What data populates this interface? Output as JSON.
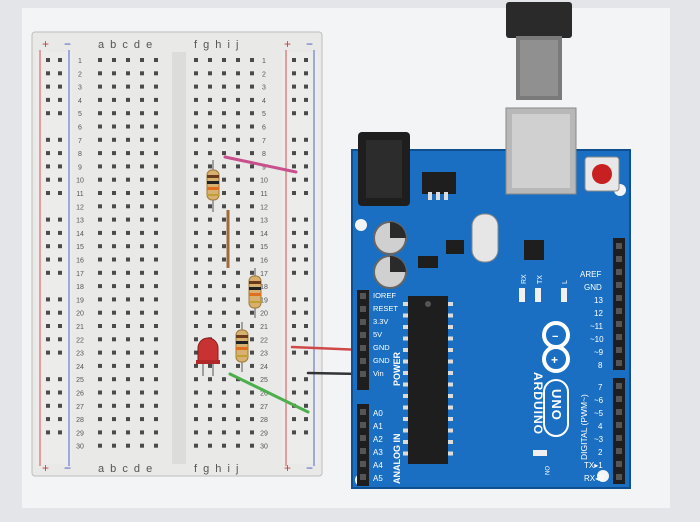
{
  "breadboard": {
    "rail_plus": "+",
    "rail_minus": "−",
    "columns_left": "a b c d e",
    "columns_right": "f g h i j",
    "row_numbers": [
      "1",
      "2",
      "3",
      "4",
      "5",
      "6",
      "7",
      "8",
      "9",
      "10",
      "11",
      "12",
      "13",
      "14",
      "15",
      "16",
      "17",
      "18",
      "19",
      "20",
      "21",
      "22",
      "23",
      "24",
      "25",
      "26",
      "27",
      "28",
      "29",
      "30"
    ]
  },
  "arduino": {
    "logo_text": "ARDUINO",
    "model": "UNO",
    "power_header": "POWER",
    "analog_header": "ANALOG IN",
    "digital_header": "DIGITAL (PWM~)",
    "power_pins": [
      "IOREF",
      "RESET",
      "3.3V",
      "5V",
      "GND",
      "GND",
      "Vin"
    ],
    "analog_pins": [
      "A0",
      "A1",
      "A2",
      "A3",
      "A4",
      "A5"
    ],
    "digital_top_pins": [
      "AREF",
      "GND",
      "13",
      "12",
      "~11",
      "~10",
      "~9",
      "8"
    ],
    "digital_bottom_pins": [
      "7",
      "~6",
      "~5",
      "4",
      "~3",
      "2",
      "TX▸1",
      "RX◂0"
    ],
    "tx_label": "TX",
    "rx_label": "RX",
    "l_label": "L",
    "on_label": "ON"
  },
  "colors": {
    "board_blue": "#1a6fc2",
    "led_red": "#c83232",
    "wire_pink": "#c8508c",
    "wire_red": "#d04848",
    "wire_green": "#4cae4c",
    "wire_dark": "#333333"
  }
}
